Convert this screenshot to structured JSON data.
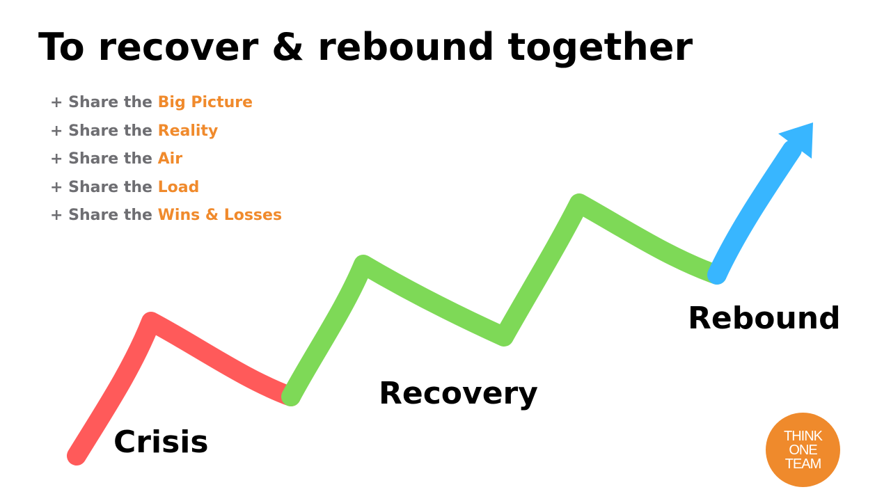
{
  "title": "To recover & rebound together",
  "bullets": [
    {
      "prefix": "+ Share the ",
      "highlight": "Big Picture"
    },
    {
      "prefix": "+ Share the ",
      "highlight": "Reality"
    },
    {
      "prefix": "+ Share the ",
      "highlight": "Air"
    },
    {
      "prefix": "+ Share the ",
      "highlight": "Load"
    },
    {
      "prefix": "+ Share the ",
      "highlight": "Wins & Losses"
    }
  ],
  "stages": {
    "crisis": "Crisis",
    "recovery": "Recovery",
    "rebound": "Rebound"
  },
  "logo": {
    "line1": "THINK",
    "line2": "ONE",
    "line3": "TEAM"
  },
  "colors": {
    "crisis": "#ff5a5a",
    "recovery": "#7ed957",
    "rebound": "#38b6ff",
    "accent": "#f08a2c",
    "bullet_text": "#6e6e72",
    "logo_bg": "#ef8a2c"
  }
}
